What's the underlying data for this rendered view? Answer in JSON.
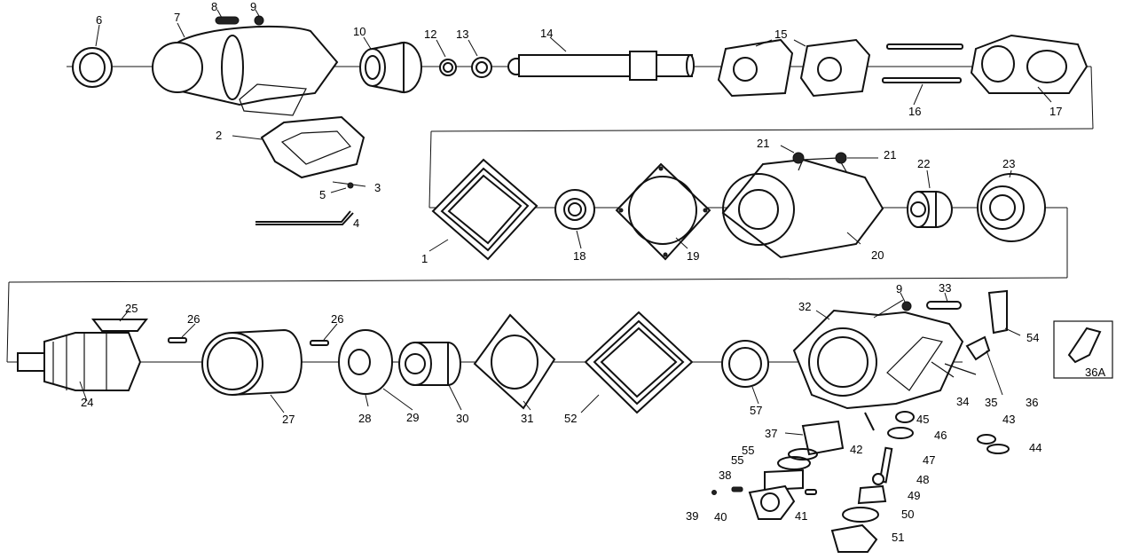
{
  "callouts": {
    "c1": "1",
    "c2": "2",
    "c3": "3",
    "c4": "4",
    "c5": "5",
    "c6": "6",
    "c7": "7",
    "c8": "8",
    "c9a": "9",
    "c10": "10",
    "c12": "12",
    "c13": "13",
    "c14": "14",
    "c15": "15",
    "c16": "16",
    "c17": "17",
    "c18": "18",
    "c19": "19",
    "c20": "20",
    "c21a": "21",
    "c21b": "21",
    "c22": "22",
    "c23": "23",
    "c24": "24",
    "c25": "25",
    "c26a": "26",
    "c26b": "26",
    "c27": "27",
    "c28": "28",
    "c29": "29",
    "c30": "30",
    "c31": "31",
    "c52": "52",
    "c57": "57",
    "c32": "32",
    "c9b": "9",
    "c33": "33",
    "c54": "54",
    "c36a": "36A",
    "c34": "34",
    "c35": "35",
    "c36": "36",
    "c37": "37",
    "c42": "42",
    "c45": "45",
    "c46": "46",
    "c43": "43",
    "c44": "44",
    "c55a": "55",
    "c55b": "55",
    "c47": "47",
    "c38": "38",
    "c48": "48",
    "c49": "49",
    "c39": "39",
    "c40": "40",
    "c41": "41",
    "c50": "50",
    "c51": "51"
  }
}
